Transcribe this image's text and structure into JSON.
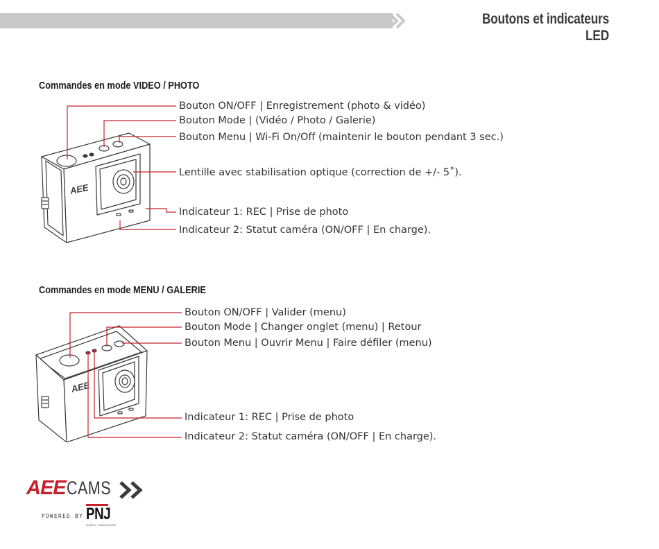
{
  "header": {
    "title": "Boutons et indicateurs LED"
  },
  "sections": [
    {
      "title": "Commandes en mode VIDEO / PHOTO",
      "labels": [
        "Bouton ON/OFF | Enregistrement (photo & vidéo)",
        "Bouton Mode | (Vidéo / Photo / Galerie)",
        "Bouton Menu |  Wi-Fi On/Off (maintenir le bouton pendant 3 sec.)",
        "Lentille avec stabilisation optique (correction de +/- 5˚).",
        "Indicateur 1: REC | Prise de photo",
        "Indicateur 2:  Statut caméra (ON/OFF | En charge)."
      ]
    },
    {
      "title": "Commandes en mode MENU / GALERIE",
      "labels": [
        "Bouton ON/OFF | Valider (menu)",
        "Bouton Mode | Changer onglet (menu) | Retour",
        "Bouton Menu | Ouvrir Menu | Faire défiler (menu)",
        "Indicateur 1: REC | Prise de photo",
        "Indicateur 2:  Statut caméra (ON/OFF | En charge)."
      ]
    }
  ],
  "camera_brand": "AEE",
  "logo": {
    "brand": "AEE",
    "product": "CAMS",
    "powered_by": "POWERED BY",
    "partner": "PNJ",
    "partner_sub": "SIMPLE, YOUR DESIGN"
  },
  "colors": {
    "accent": "#c8202a",
    "header_bar": "#c9c9c9",
    "line_art": "#3a3a3a"
  }
}
